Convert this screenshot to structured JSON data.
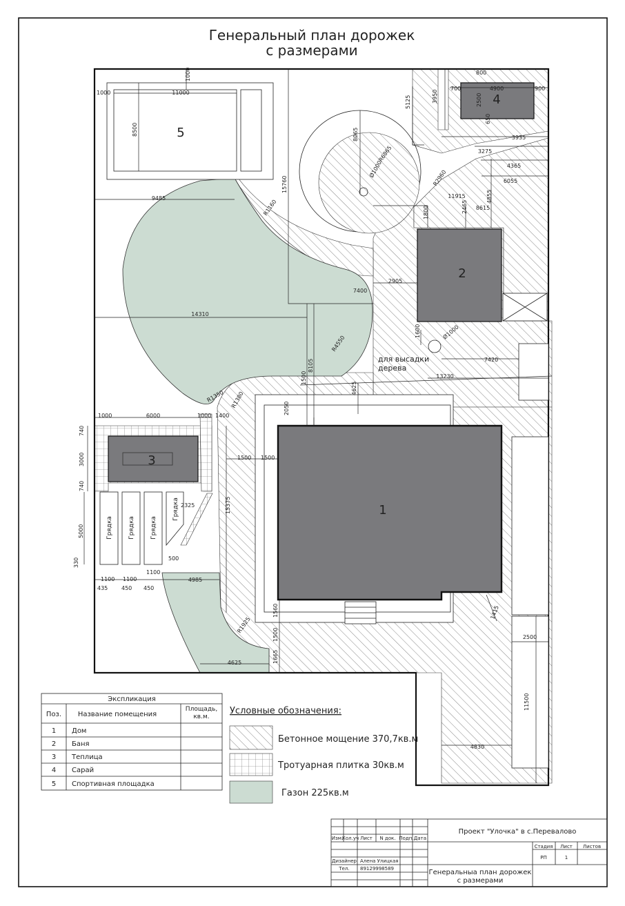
{
  "title": {
    "line1": "Генеральный план дорожек",
    "line2": "с размерами"
  },
  "buildings": {
    "b1": "1",
    "b2": "2",
    "b3": "3",
    "b4": "4",
    "b5": "5"
  },
  "beds": [
    "Грядка",
    "Грядка",
    "Грядка",
    "Грядка"
  ],
  "tree_note": {
    "line1": "для высадки",
    "line2": "дерева"
  },
  "dimensions": {
    "d1000_a": "1000",
    "d1000_b": "1000",
    "d11000": "11000",
    "d8500": "8500",
    "d9485": "9485",
    "d14310": "14310",
    "d15760": "15760",
    "d7400": "7400",
    "d2905": "2905",
    "d1600": "1600",
    "d1800": "1800",
    "d2465": "2465",
    "d4855": "4855",
    "d8615": "8615",
    "d11915": "11915",
    "d6055": "6055",
    "d4365": "4365",
    "d3275": "3275",
    "d3935": "3935",
    "d5125": "5125",
    "d3950": "3950",
    "d8065": "8065",
    "d700": "700",
    "d4900": "4900",
    "d900": "900",
    "d800": "800",
    "d2500": "2500",
    "d650": "650",
    "r_f1000a": "Ø1000",
    "r_r6865": "R6865",
    "r_r2960": "R2960",
    "r_r4550": "R4550",
    "r_r1160": "R1160",
    "r_r1350": "R1350",
    "r_f1000b": "Ø1000",
    "d7420": "7420",
    "d13230": "13230",
    "d1500a": "1500",
    "d8105": "8105",
    "d4625": "4625",
    "d2050": "2050",
    "r_r1380": "R1380",
    "d1000_c": "1000",
    "d6000": "6000",
    "d1000_d": "1000",
    "d1400": "1400",
    "d740a": "740",
    "d3000": "3000",
    "d740b": "740",
    "d1500b": "1500",
    "d1500c": "1500",
    "d15375": "15375",
    "d2325": "2325",
    "d5000": "5000",
    "d500": "500",
    "d330": "330",
    "d1100a": "1100",
    "d1100b": "1100",
    "d1100c": "1100",
    "d435": "435",
    "d450a": "450",
    "d450b": "450",
    "d4985": "4985",
    "r_r1925": "R1925",
    "d1560": "1560",
    "d1500d": "1500",
    "d1665": "1665",
    "d4625b": "4625",
    "d1415": "1415",
    "d2500b": "2500",
    "d11500": "11500",
    "d4830": "4830"
  },
  "explication": {
    "title": "Экспликация",
    "headers": [
      "Поз.",
      "Название помещения",
      "Площадь, кв.м."
    ],
    "rows": [
      {
        "pos": "1",
        "name": "Дом",
        "area": ""
      },
      {
        "pos": "2",
        "name": "Баня",
        "area": ""
      },
      {
        "pos": "3",
        "name": "Теплица",
        "area": ""
      },
      {
        "pos": "4",
        "name": "Сарай",
        "area": ""
      },
      {
        "pos": "5",
        "name": "Спортивная площадка",
        "area": ""
      }
    ]
  },
  "legend": {
    "title": "Условные обозначения:",
    "items": [
      {
        "label": "Бетонное мощение 370,7кв.м"
      },
      {
        "label": "Тротуарная плитка   30кв.м"
      },
      {
        "label": "Газон 225кв.м"
      }
    ]
  },
  "stamp": {
    "project": "Проект \"Улочка\" в с.Перевалово",
    "col_headers": [
      "Изм.",
      "Кол.уч",
      "Лист",
      "N док.",
      "Подп.",
      "Дата"
    ],
    "stage_headers": [
      "Стадия",
      "Лист",
      "Листов"
    ],
    "stage_values": [
      "РП",
      "1",
      ""
    ],
    "designer_role": "Дизайнер",
    "designer_name": "Алена Улицкая",
    "phone_label": "Тел.",
    "phone": "89129998589",
    "sheet_title_line1": "Генеральныа план дорожек",
    "sheet_title_line2": "с размерами"
  },
  "colors": {
    "building": "#7a7a7d",
    "lawn": "#ccdcd2",
    "line": "#111111"
  }
}
